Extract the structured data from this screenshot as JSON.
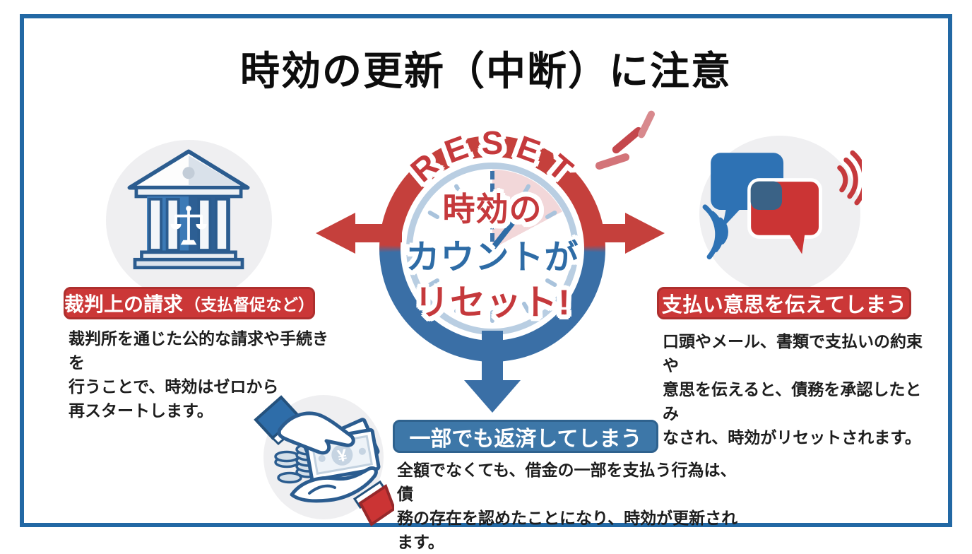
{
  "title": "時効の更新（中断）に注意",
  "center": {
    "reset_letters": [
      "R",
      "E",
      "S",
      "E",
      "T"
    ],
    "caption_lines": [
      "時効の",
      "カウントが",
      "リセット!"
    ]
  },
  "sections": {
    "judicial": {
      "label_main": "裁判上の請求",
      "label_sub": "（支払督促など）",
      "desc_lines": [
        "裁判所を通じた公的な請求や手続きを",
        "行うことで、時効はゼロから",
        "再スタートします。"
      ]
    },
    "acknowledge": {
      "label": "支払い意思を伝えてしまう",
      "desc_lines": [
        "口頭やメール、書類で支払いの約束や",
        "意思を伝えると、債務を承認したとみ",
        "なされ、時効がリセットされます。"
      ]
    },
    "repayment": {
      "label": "一部でも返済してしまう",
      "desc_lines": [
        "全額でなくても、借金の一部を支払う行為は、債",
        "務の存在を認めたことになり、時効が更新されます。"
      ]
    }
  },
  "icons": {
    "courthouse": "courthouse-scales-icon",
    "speech": "speech-bubbles-icon",
    "money": "money-handover-icon",
    "clock": "stopwatch-reset-icon",
    "yen_symbol": "¥"
  },
  "colors": {
    "accent_red": "#c5403c",
    "accent_blue": "#3a6fa6",
    "frame_blue": "#2268a4",
    "bezel_light_blue": "#b9cee2",
    "label_red": "#cb3737",
    "label_blue": "#3d77a8",
    "wedge_pink": "#f2d7d9",
    "icon_bg_gray": "#efeff1",
    "text_black": "#1d1d1d"
  }
}
